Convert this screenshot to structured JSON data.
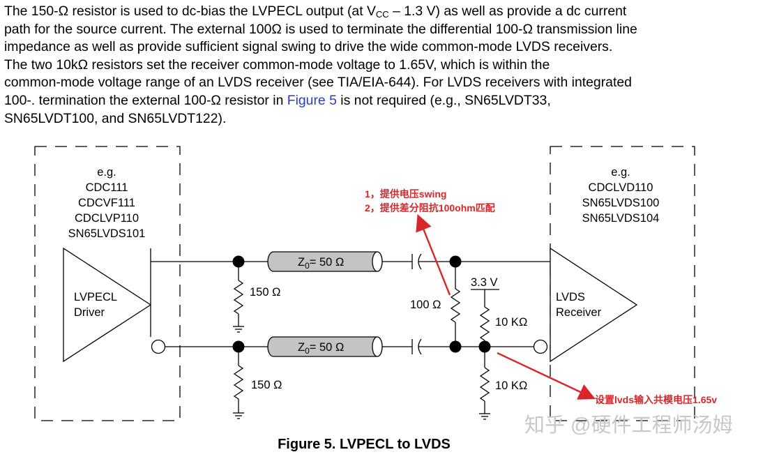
{
  "paragraph": {
    "l1_pre": "The 150-Ω resistor is used to dc-bias the LVPECL output (at V",
    "l1_sub": "CC",
    "l1_post": " – 1.3 V) as well as provide a dc current",
    "l2": "path for the source current. The external 100Ω is used to terminate the differential 100-Ω transmission line",
    "l3": "impedance as well as provide sufficient signal swing to drive the wide common-mode LVDS receivers.",
    "l4": "The two 10kΩ resistors set the receiver common-mode voltage to 1.65V, which is within the",
    "l5": "common-mode voltage range of an LVDS receiver (see TIA/EIA-644). For LVDS receivers with integrated",
    "l6_pre": "100-. termination the external 100-Ω resistor in ",
    "l6_link": "Figure 5",
    "l6_post": " is not required (e.g., SN65LVDT33,",
    "l7": "SN65LVDT100, and SN65LVDT122)."
  },
  "driver": {
    "examples": [
      "e.g.",
      "CDC111",
      "CDCVF111",
      "CDCLVP110",
      "SN65LVDS101"
    ],
    "label_line1": "LVPECL",
    "label_line2": "Driver"
  },
  "receiver": {
    "examples": [
      "e.g.",
      "CDCLVD110",
      "SN65LVDS100",
      "SN65LVDS104"
    ],
    "label_line1": "LVDS",
    "label_line2": "Receiver"
  },
  "transmission_lines": {
    "z_symbol": "Z",
    "z_sub": "0",
    "value": "=  50 Ω"
  },
  "components": {
    "bias_resistor_top": "150 Ω",
    "bias_resistor_bottom": "150 Ω",
    "termination_resistor": "100 Ω",
    "supply_voltage": "3.3 V",
    "divider_resistor_top": "10 KΩ",
    "divider_resistor_bottom": "10 KΩ"
  },
  "annotations": {
    "note1": "1，提供电压swing",
    "note2": "2，提供差分阻抗100ohm匹配",
    "note3": "设置lvds输入共模电压1.65v"
  },
  "caption": "Figure 5. LVPECL to LVDS",
  "watermark": "知乎 @硬件工程师汤姆",
  "colors": {
    "annotation_red": "#d9262a",
    "link_blue": "#2b3fc2",
    "cable_gray": "#c4c4c4"
  }
}
